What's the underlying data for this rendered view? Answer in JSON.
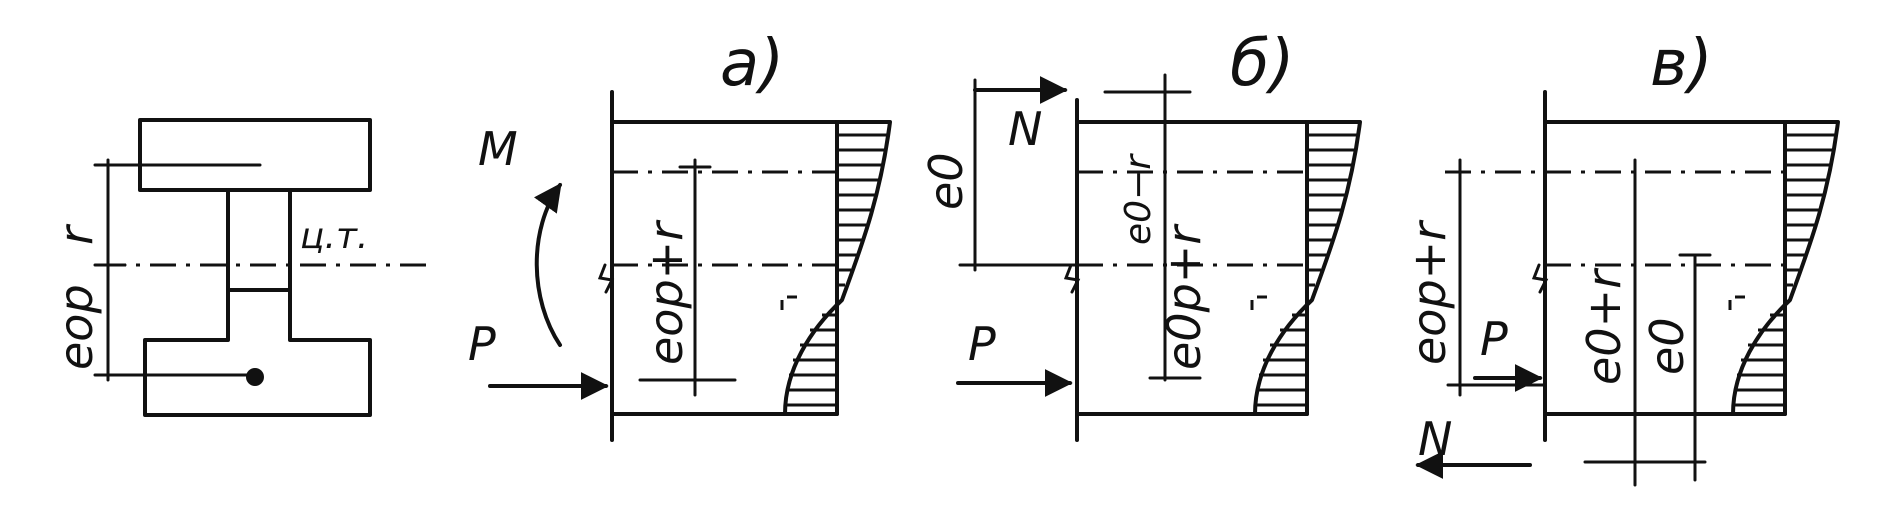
{
  "section": {
    "label_center": "ц.т.",
    "label_r": "r",
    "label_eop": "eop"
  },
  "panels": [
    {
      "id": "a",
      "title": "a)",
      "label_M": "M",
      "label_P": "P",
      "label_e": "eop+r"
    },
    {
      "id": "b",
      "title": "б)",
      "label_N": "N",
      "label_P": "P",
      "label_e0": "e0",
      "label_e0r": "e0−r",
      "label_e": "e0p+r"
    },
    {
      "id": "v",
      "title": "в)",
      "label_N": "N",
      "label_P": "P",
      "label_eopr": "eop+r",
      "label_e0r": "e0+r",
      "label_e0": "e0"
    }
  ]
}
